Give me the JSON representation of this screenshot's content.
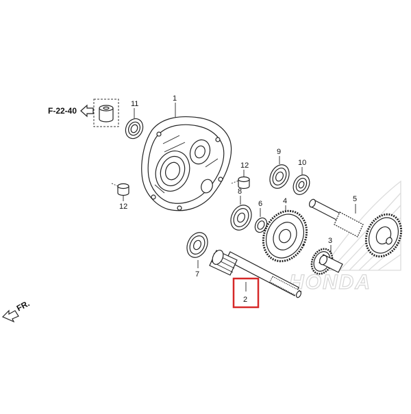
{
  "diagram": {
    "reference_label": "F-22-40",
    "direction_label": "FR.",
    "watermark": "HONDA",
    "highlight_color": "#d62828",
    "callouts": {
      "c1": "1",
      "c2": "2",
      "c3": "3",
      "c4": "4",
      "c5": "5",
      "c6": "6",
      "c7": "7",
      "c8": "8",
      "c9": "9",
      "c10": "10",
      "c11": "11",
      "c12a": "12",
      "c12b": "12"
    }
  }
}
